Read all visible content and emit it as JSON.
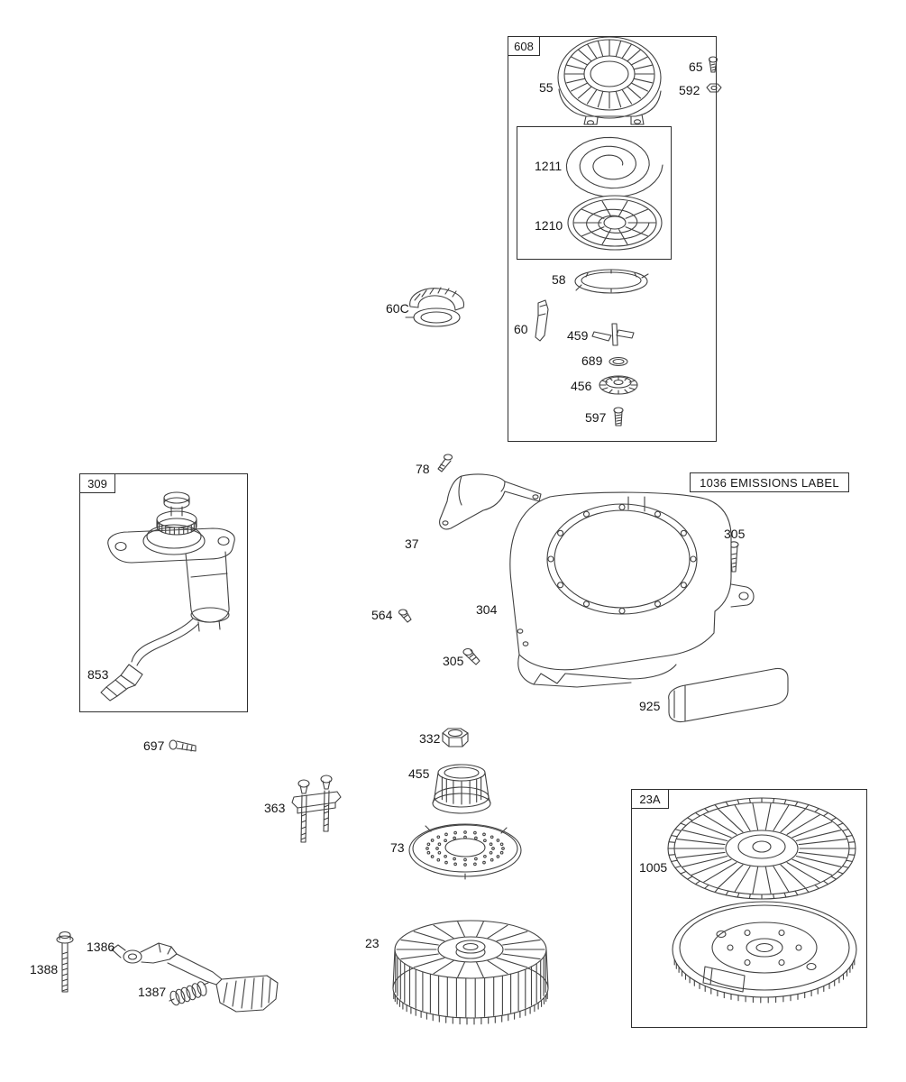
{
  "diagram": {
    "background": "#ffffff",
    "line_color": "#414141",
    "text_color": "#161616"
  },
  "groups": {
    "recoil_starter": {
      "tag": "608"
    },
    "electric_starter": {
      "tag": "309"
    },
    "flywheel_alt": {
      "tag": "23A"
    },
    "emissions": {
      "label": "1036 EMISSIONS LABEL"
    }
  },
  "callouts": {
    "c55": "55",
    "c65": "65",
    "c592": "592",
    "c1211": "1211",
    "c1210": "1210",
    "c58": "58",
    "c60": "60",
    "c60c": "60C",
    "c459": "459",
    "c689": "689",
    "c456": "456",
    "c597": "597",
    "c78": "78",
    "c37": "37",
    "c305_right": "305",
    "c304": "304",
    "c564": "564",
    "c305_left": "305",
    "c925": "925",
    "c853": "853",
    "c697": "697",
    "c332": "332",
    "c455": "455",
    "c363": "363",
    "c73": "73",
    "c23": "23",
    "c1386": "1386",
    "c1388": "1388",
    "c1387": "1387",
    "c1005": "1005"
  }
}
